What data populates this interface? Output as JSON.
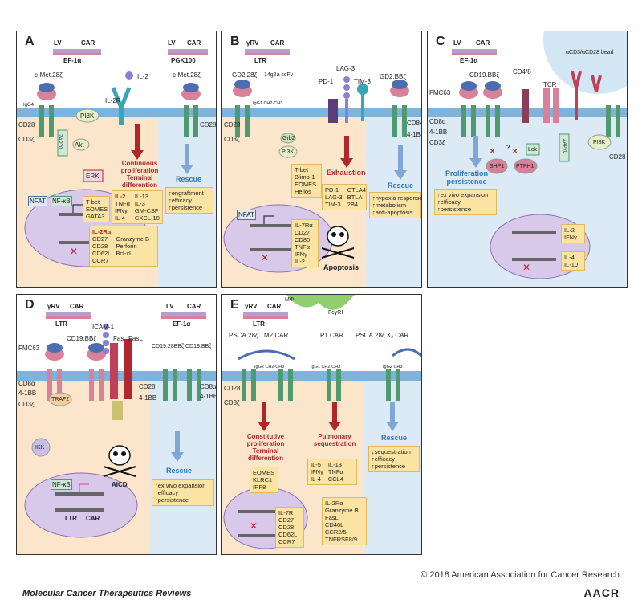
{
  "panels": {
    "a": {
      "label": "A",
      "lv1": "LV",
      "car1": "CAR",
      "promoter1": "EF-1α",
      "lv2": "LV",
      "car2": "CAR",
      "promoter2": "PGK100",
      "construct1": "c-Met.28ζ",
      "construct2": "c-Met.28ζ",
      "il2": "IL-2",
      "il2r": "IL-2R",
      "igg4": "IgG4",
      "cd28_l": "CD28",
      "cd3z": "CD3ζ",
      "cd28_r": "CD28",
      "pi3k": "PI3K",
      "zap70": "ZAP70",
      "akt": "Akt",
      "erk": "ERK",
      "nfat": "NFAT",
      "nfkb": "NF-κB",
      "outcome": [
        "Continuous",
        "proliferation",
        "Terminal",
        "differention"
      ],
      "rescue": "Rescue",
      "rescue_box": [
        "↑engraftment",
        "↑efficacy",
        "↑persistence"
      ],
      "tf_box": [
        "T-bet",
        "EOMES",
        "GATA3"
      ],
      "cyto_box_col1": [
        "IL-2",
        "TNFα",
        "IFNγ",
        "IL-4"
      ],
      "cyto_box_col2": [
        "IL-13",
        "IL-3",
        "GM-CSF",
        "CXCL-10"
      ],
      "down_box_col1": [
        "IL-2Rα",
        "CD27",
        "CD28",
        "CD62L",
        "CCR7"
      ],
      "down_box_col2": [
        "Granzyme B",
        "Perforin",
        "Bcl-xL"
      ]
    },
    "b": {
      "label": "B",
      "vector": "γRV",
      "car": "CAR",
      "promoter": "LTR",
      "construct1": "GD2.28ζ",
      "scfv": "14g2a scFv",
      "hinge": "IgG1 CH2-CH3",
      "pd1": "PD-1",
      "lag3": "LAG-3",
      "tim3": "TIM-3",
      "construct2": "GD2.BBζ",
      "cd28": "CD28",
      "cd3z": "CD3ζ",
      "cd8a": "CD8α",
      "bb41": "4-1BB",
      "grb2": "Grb2",
      "pi3k": "PI3K",
      "nfat": "NFAT",
      "outcome": "Exhaustion",
      "rescue": "Rescue",
      "tf_box": [
        "T-bet",
        "Blimp-1",
        "EOMES",
        "Helios"
      ],
      "exh_box_col1": [
        "PD-1",
        "LAG-3",
        "TIM-3"
      ],
      "exh_box_col2": [
        "CTLA4",
        "BTLA",
        "2B4"
      ],
      "rescue_box": [
        "↑hypoxia response",
        "↑metabolism",
        "↑anti-apoptosis"
      ],
      "down_box": [
        "IL-7Rα",
        "CD27",
        "CD80",
        "TNFα",
        "IFNγ",
        "IL-2"
      ],
      "apoptosis": "Apoptosis"
    },
    "c": {
      "label": "C",
      "lv": "LV",
      "car": "CAR",
      "promoter": "EF-1α",
      "bead": "αCD3/αCD28 bead",
      "cd48": "CD4/8",
      "construct": "CD19.BBζ",
      "fmc63": "FMC63",
      "tcr": "TCR",
      "cd8a": "CD8α",
      "bb41": "4-1BB",
      "cd3z": "CD3ζ",
      "lck": "Lck",
      "zap70": "ZAP70",
      "shp1": "SHP1",
      "ptph1": "PTPH1",
      "pi3k": "PI3K",
      "cd28": "CD28",
      "question": "?",
      "outcome": [
        "Proliferation",
        "persistence"
      ],
      "rescue_box": [
        "↑ex vivo expansion",
        "↑efficacy",
        "↑persistence"
      ],
      "up_box": [
        "IL-2",
        "IFNγ"
      ],
      "down_box": [
        "IL-4",
        "IL-10"
      ]
    },
    "d": {
      "label": "D",
      "vector1": "γRV",
      "car1": "CAR",
      "promoter1": "LTR",
      "vector2": "LV",
      "car2": "CAR",
      "promoter2": "EF-1α",
      "fmc63": "FMC63",
      "construct1": "CD19.BBζ",
      "icam1": "ICAM-1",
      "fas": "Fas",
      "fasl": "FasL",
      "construct2": "CD19.28BBζ",
      "construct3": "CD19.BBζ",
      "cd8a": "CD8α",
      "bb41": "4-1BB",
      "cd3z": "CD3ζ",
      "cd28": "CD28",
      "cd8a_r": "CD8α",
      "bb41_r": "4-1BB",
      "bb41_mid": "4-1BB",
      "traf2": "TRAF2",
      "ikk": "IKK",
      "nfkb": "NF-κB",
      "ltr": "LTR",
      "car_gene": "CAR",
      "aicd": "AICD",
      "rescue": "Rescue",
      "rescue_box": [
        "↑ex vivo expansion",
        "↑efficacy",
        "↑persistence"
      ]
    },
    "e": {
      "label": "E",
      "vector": "γRV",
      "car": "CAR",
      "promoter": "LTR",
      "mphi": "MΦ",
      "fcgr": "FcγRI",
      "construct1": "PSCA.28ζ",
      "construct2": "M2.CAR",
      "construct3": "P1.CAR",
      "construct4": "PSCA.28ζ X₂.CAR",
      "hinge1": "IgG2 CH2-CH3",
      "hinge2": "IgG1 CH2-CH3",
      "hinge3": "IgG2 CH3",
      "cd28": "CD28",
      "cd3z": "CD3ζ",
      "outcome1": [
        "Constitutive",
        "proliferation",
        "Terminal",
        "differention"
      ],
      "outcome2": [
        "Pulmonary",
        "sequestration"
      ],
      "rescue": "Rescue",
      "tf_box": [
        "EOMES",
        "KLRC1",
        "IRF8"
      ],
      "cyto_box_col1": [
        "IL-5",
        "IFNγ",
        "IL-4"
      ],
      "cyto_box_col2": [
        "IL-13",
        "TNFα",
        "CCL4"
      ],
      "rescue_box": [
        "↓sequestration",
        "↑efficacy",
        "↑persistence"
      ],
      "down_box": [
        "IL-7R",
        "CD27",
        "CD28",
        "CD62L",
        "CCR7"
      ],
      "up_box": [
        "IL-2Rα",
        "Granzyme B",
        "FasL",
        "CD40L",
        "CCR2/5",
        "TNFRSF8/9"
      ]
    }
  },
  "footer": {
    "copyright": "© 2018 American Association for Cancer Research",
    "journal": "Molecular Cancer Therapeutics Reviews",
    "logo": "AACR"
  },
  "colors": {
    "membrane": "#7fb3d9",
    "cytoplasm_warm": "#fbe6cc",
    "cytoplasm_cool": "#dbeaf5",
    "nucleus": "#d8c8ea",
    "outcome_red": "#b0262b",
    "rescue_blue": "#2b78b9",
    "box_yellow": "#fbe3a3",
    "receptor_green": "#4f9a6e",
    "receptor_pink": "#d9819a"
  }
}
